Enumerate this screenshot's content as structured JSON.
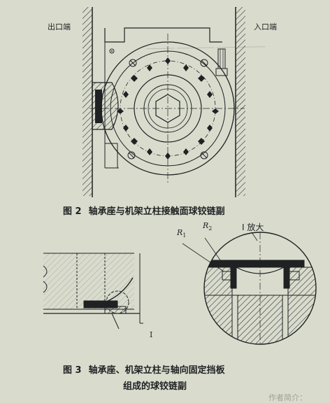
{
  "figure2": {
    "label_outlet": "出口端",
    "label_inlet": "入口端",
    "caption_number": "图 2",
    "caption_text": "轴承座与机架立柱接触面球铰链副"
  },
  "figure3": {
    "label_r1": "R",
    "label_r1_sub": "1",
    "label_r2": "R",
    "label_r2_sub": "2",
    "label_zoom": "I 放大",
    "label_i": "I",
    "caption_number": "图 3",
    "caption_line1": "轴承座、机架立柱与轴向固定挡板",
    "caption_line2": "组成的球铰链副"
  },
  "bleed_text": "作者简介：",
  "colors": {
    "paper": "#d9dccd",
    "ink": "#1f2123",
    "hatch": "#3a3c3e"
  }
}
